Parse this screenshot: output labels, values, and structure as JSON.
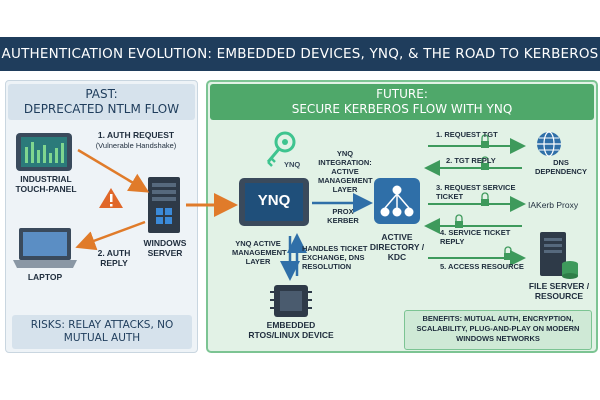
{
  "title": "AUTHENTICATION EVOLUTION: EMBEDDED DEVICES, YNQ, & THE ROAD TO KERBEROS",
  "past": {
    "heading_line1": "PAST:",
    "heading_line2": "DEPRECATED NTLM FLOW",
    "touch_panel": "INDUSTRIAL TOUCH-PANEL",
    "laptop": "LAPTOP",
    "windows_server": "WINDOWS SERVER",
    "step1": "1. AUTH REQUEST",
    "step1_note": "(Vulnerable Handshake)",
    "step2": "2. AUTH REPLY",
    "risks": "RISKS: RELAY ATTACKS, NO MUTUAL AUTH"
  },
  "future": {
    "heading_line1": "FUTURE:",
    "heading_line2": "SECURE KERBEROS FLOW WITH YNQ",
    "key_tag": "YNQ",
    "device_screen": "YNQ",
    "ynq_integration": "YNQ INTEGRATION: ACTIVE MANAGEMENT LAYER",
    "prox_kerber": "PROX KERBER",
    "ynq_active": "YNQ ACTIVE MANAGEMENT LAYER",
    "handles": "HANDLES TICKET EXCHANGE, DNS RESOLUTION",
    "embedded": "EMBEDDED RTOS/LINUX DEVICE",
    "ad_kdc": "ACTIVE DIRECTORY / KDC",
    "step1": "1. REQUEST TGT",
    "step2": "2. TGT REPLY",
    "step3": "3. REQUEST SERVICE TICKET",
    "step4": "4. SERVICE TICKET REPLY",
    "step5": "5. ACCESS RESOURCE",
    "dns": "DNS DEPENDENCY",
    "iakerb": "IAKerb Proxy",
    "file_server": "FILE SERVER / RESOURCE",
    "benefits": "BENEFITS: MUTUAL AUTH, ENCRYPTION, SCALABILITY, PLUG-AND-PLAY ON MODERN WINDOWS NETWORKS"
  },
  "colors": {
    "navy": "#1f3d5c",
    "green": "#4fa86a",
    "orange": "#e07b2a",
    "blue": "#2f6fa8",
    "warning": "#e0672a"
  }
}
